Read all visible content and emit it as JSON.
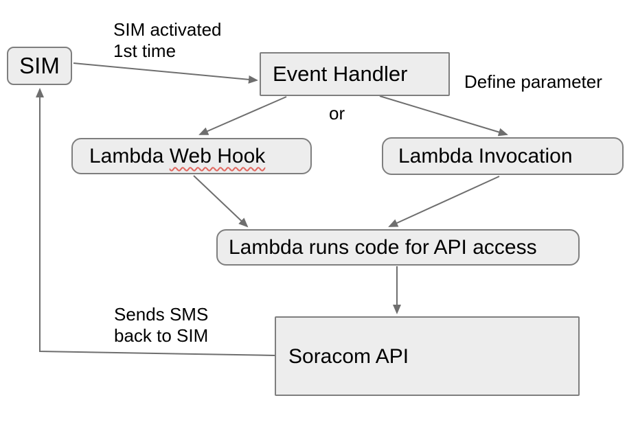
{
  "diagram": {
    "title_implicit": "SIM event handling flow",
    "nodes": {
      "sim": {
        "label": "SIM",
        "shape": "rounded-rect"
      },
      "event_handler": {
        "label": "Event Handler",
        "shape": "rect"
      },
      "lambda_web_hook": {
        "label_prefix": "Lambda ",
        "label_misspelled": "Web Hook",
        "shape": "rounded-rect"
      },
      "lambda_invocation": {
        "label": "Lambda Invocation",
        "shape": "rounded-rect"
      },
      "lambda_runs_code": {
        "label": "Lambda runs code for API access",
        "shape": "rounded-rect"
      },
      "soracom_api": {
        "label": "Soracom API",
        "shape": "rect"
      }
    },
    "annotations": {
      "sim_activated": {
        "line1": "SIM activated",
        "line2": "1st time"
      },
      "define_parameter": "Define parameter",
      "or": "or",
      "sends_sms": {
        "line1": "Sends SMS",
        "line2": "back to SIM"
      }
    },
    "edges": [
      {
        "from": "sim",
        "to": "event_handler",
        "label": "SIM activated 1st time"
      },
      {
        "from": "event_handler",
        "to": "lambda_web_hook",
        "label": "or"
      },
      {
        "from": "event_handler",
        "to": "lambda_invocation",
        "label": "or"
      },
      {
        "from": "lambda_web_hook",
        "to": "lambda_runs_code",
        "label": ""
      },
      {
        "from": "lambda_invocation",
        "to": "lambda_runs_code",
        "label": ""
      },
      {
        "from": "lambda_runs_code",
        "to": "soracom_api",
        "label": ""
      },
      {
        "from": "soracom_api",
        "to": "sim",
        "label": "Sends SMS back to SIM"
      }
    ],
    "colors": {
      "node_fill": "#ededed",
      "node_border": "#7e7e7e",
      "connector": "#6e6e6e",
      "text": "#000000",
      "spellcheck_underline": "#e0665e",
      "background": "#ffffff"
    }
  }
}
